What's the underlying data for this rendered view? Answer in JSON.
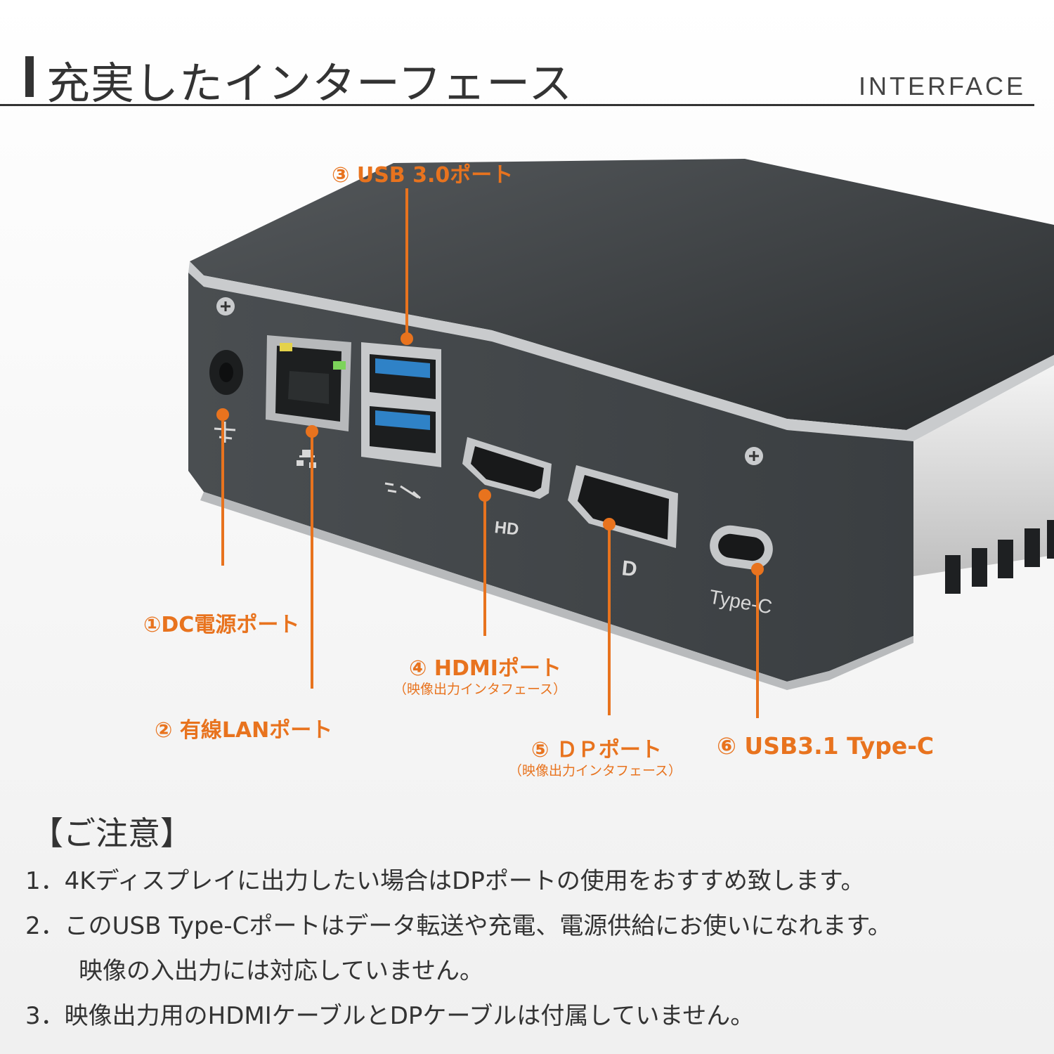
{
  "header": {
    "title": "充実したインターフェース",
    "subtitle": "INTERFACE"
  },
  "ports": {
    "dc": {
      "label": "①DC電源ポート"
    },
    "lan": {
      "label": "② 有線LANポート"
    },
    "usb3": {
      "label": "③ USB 3.0ポート"
    },
    "hdmi": {
      "label": "④ HDMIポート",
      "sublabel": "（映像出力インタフェース）"
    },
    "dp": {
      "label": "⑤ ＤＰポート",
      "sublabel": "（映像出力インタフェース）"
    },
    "typec": {
      "label": "⑥ USB3.1 Type-C"
    }
  },
  "device_markings": {
    "hd": "HD",
    "d": "D",
    "typec": "Type-C"
  },
  "notes": {
    "heading": "【ご注意】",
    "items": [
      "1．4Kディスプレイに出力したい場合はDPポートの使用をおすすめ致します。",
      "2．このUSB Type-Cポートはデータ転送や充電、電源供給にお使いになれます。",
      "映像の入出力には対応していません。",
      "3．映像出力用のHDMIケーブルとDPケーブルは付属していません。"
    ]
  },
  "colors": {
    "accent": "#e8731e",
    "text": "#333333",
    "device_body": "#3d4143"
  }
}
